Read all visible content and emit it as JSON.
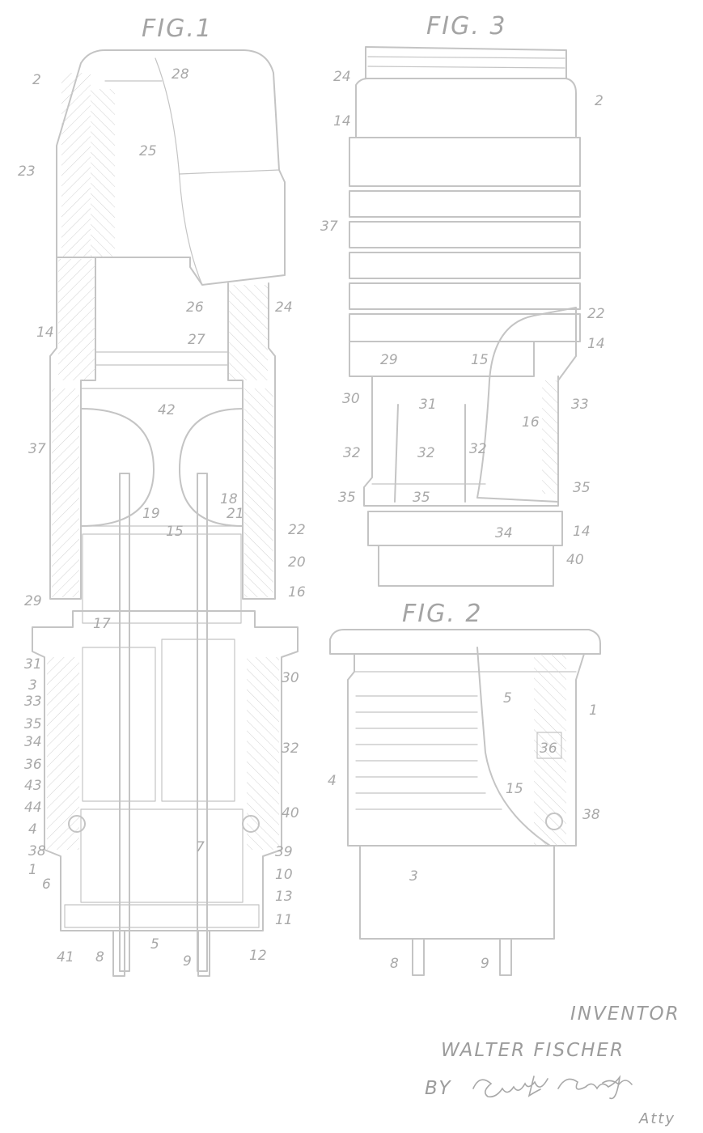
{
  "figures": {
    "fig1": {
      "title": "FIG.1",
      "labels": [
        "2",
        "28",
        "25",
        "23",
        "26",
        "24",
        "14",
        "27",
        "42",
        "37",
        "19",
        "18",
        "21",
        "15",
        "22",
        "20",
        "29",
        "16",
        "17",
        "31",
        "3",
        "33",
        "35",
        "34",
        "36",
        "43",
        "44",
        "4",
        "38",
        "1",
        "6",
        "30",
        "32",
        "40",
        "39",
        "10",
        "13",
        "11",
        "7",
        "41",
        "8",
        "5",
        "9",
        "12"
      ]
    },
    "fig3": {
      "title": "FIG. 3",
      "labels": [
        "24",
        "14",
        "2",
        "37",
        "22",
        "14",
        "29",
        "15",
        "30",
        "31",
        "33",
        "16",
        "32",
        "32",
        "32",
        "35",
        "35",
        "35",
        "34",
        "14",
        "40"
      ]
    },
    "fig2": {
      "title": "FIG. 2",
      "labels": [
        "5",
        "1",
        "36",
        "4",
        "15",
        "38",
        "3",
        "8",
        "9"
      ]
    }
  },
  "inventor_block": {
    "caption": "INVENTOR",
    "name": "WALTER FISCHER",
    "by": "BY",
    "signature": "Emery L. Groff Jr.",
    "attorney_abbrev": "Atty"
  }
}
